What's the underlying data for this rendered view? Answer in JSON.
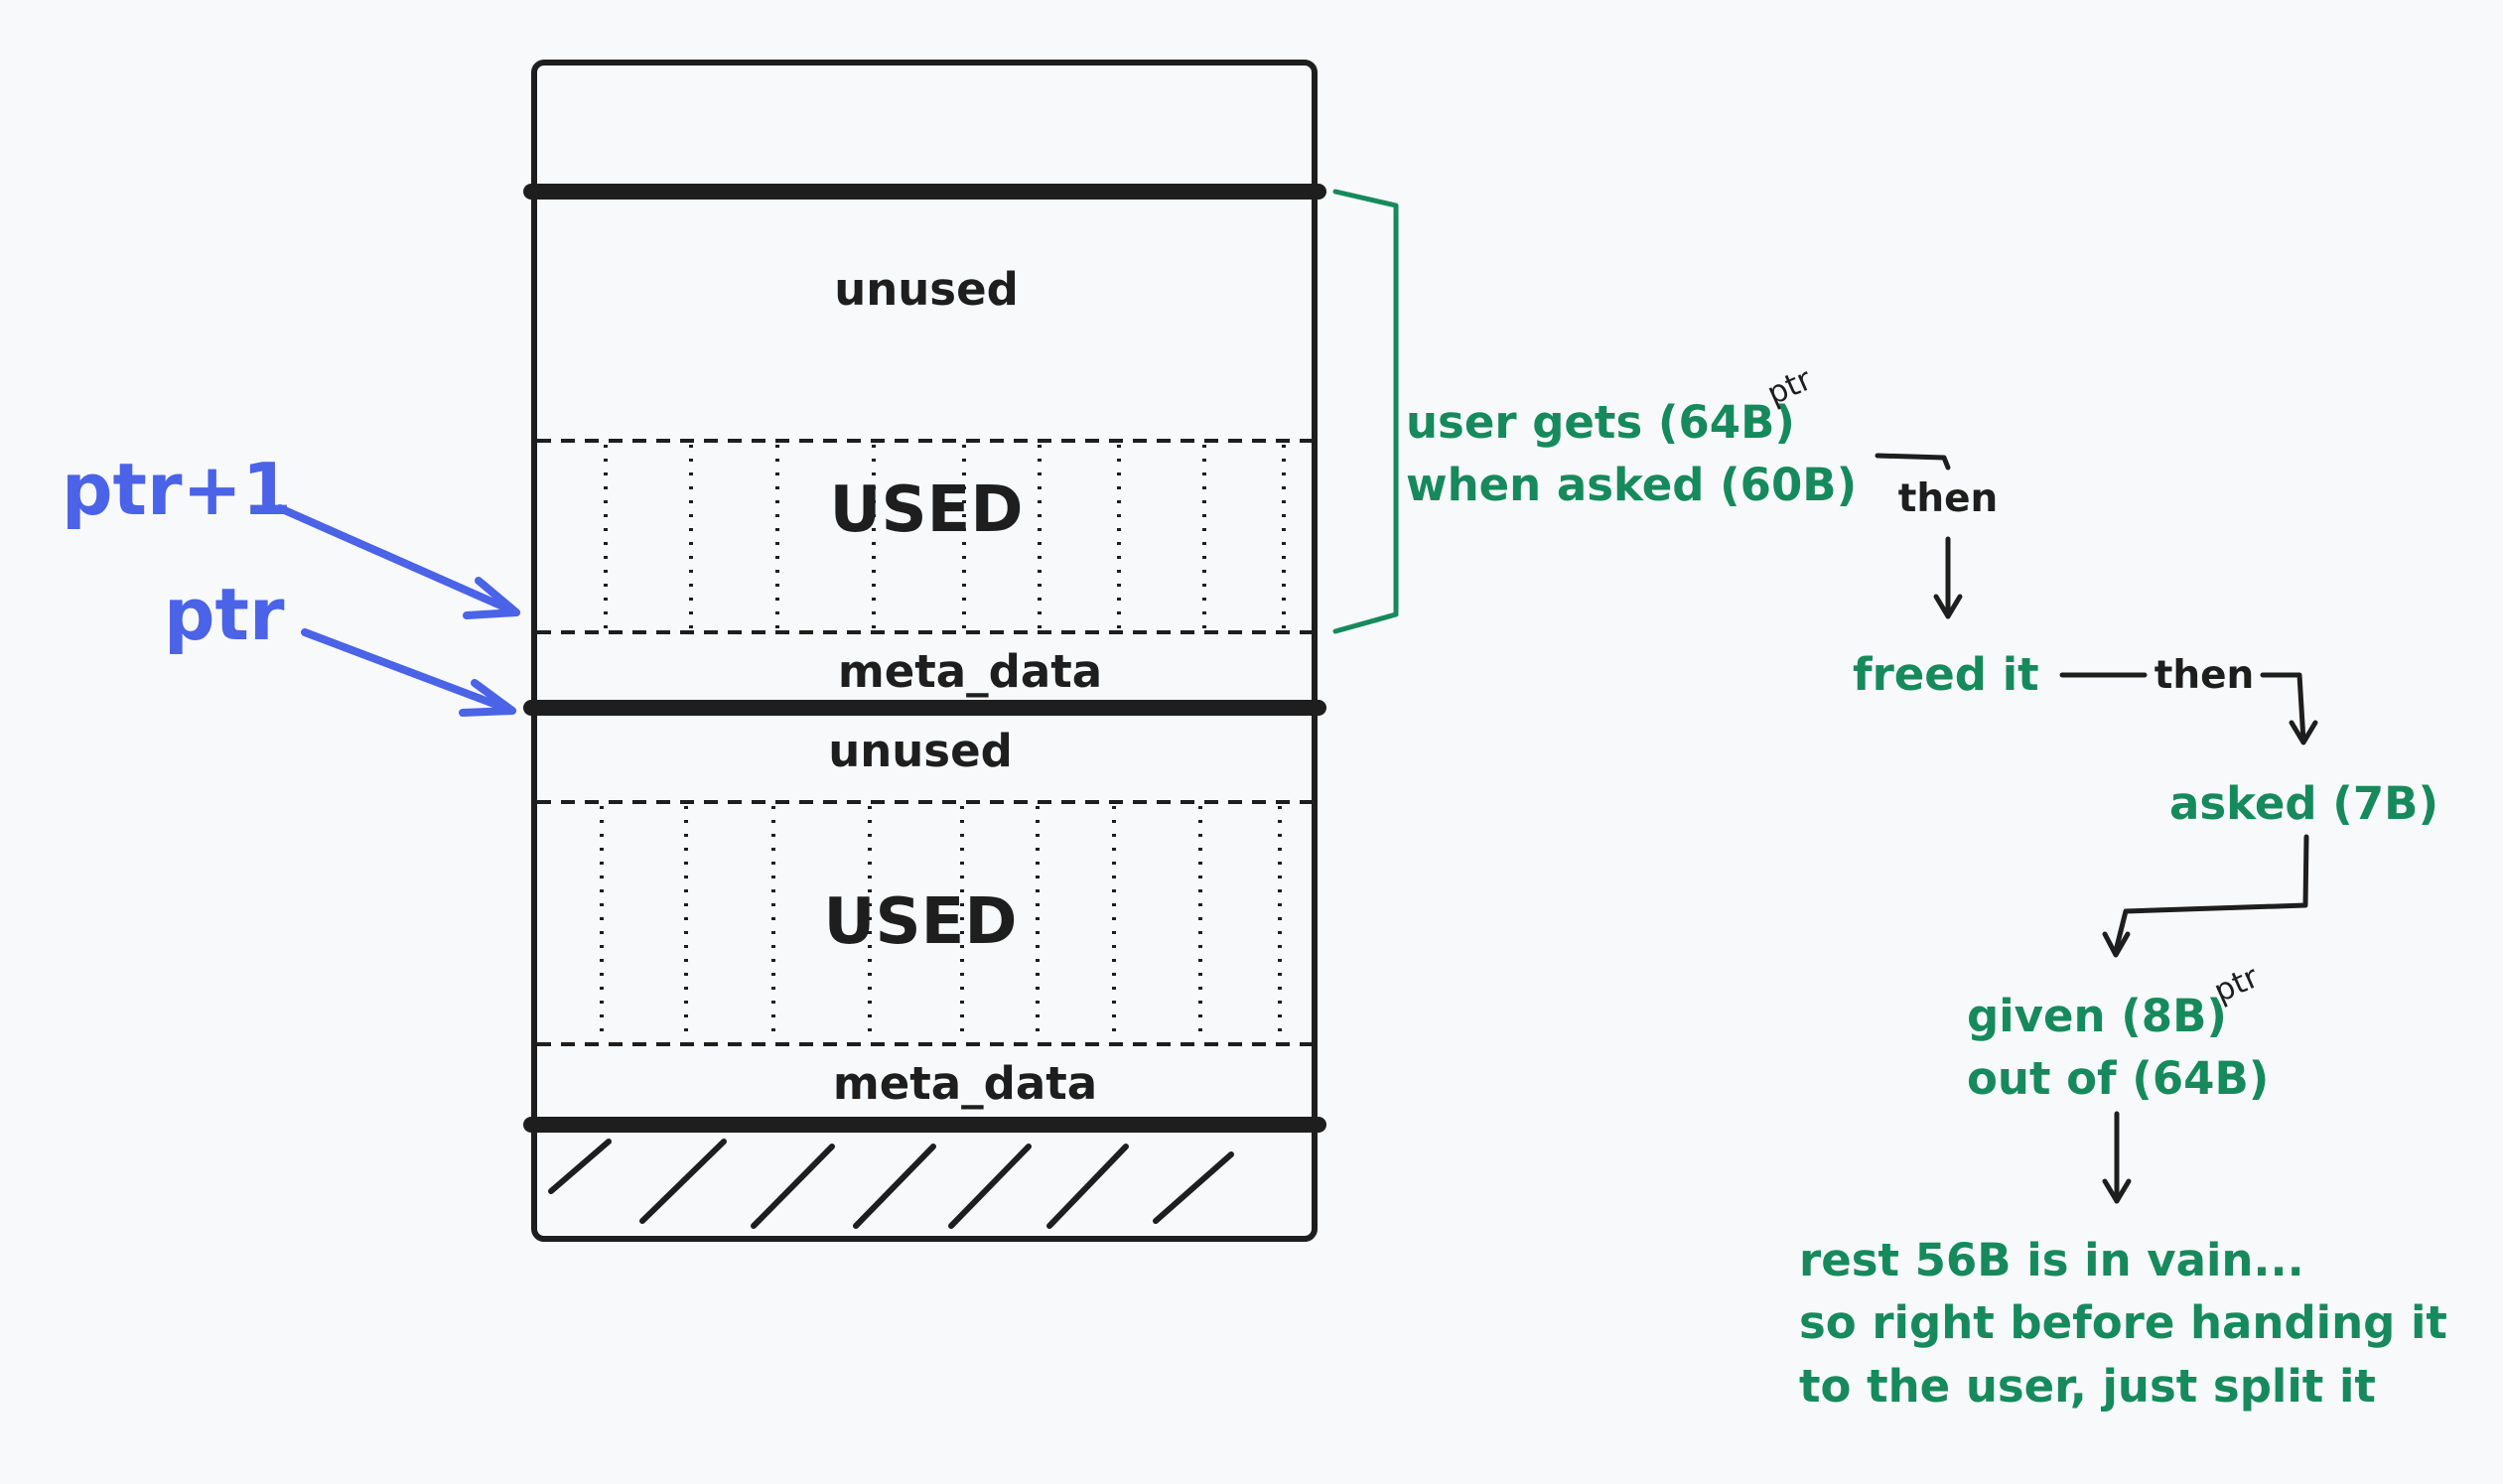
{
  "colors": {
    "ink": "#1e1e1e",
    "annotation_green": "#168a5c",
    "pointer_blue": "#4a63e7",
    "background": "#f8f9fa"
  },
  "block1": {
    "unused": "unused",
    "used": "USED",
    "meta": "meta_data"
  },
  "block2": {
    "unused": "unused",
    "used": "USED",
    "meta": "meta_data"
  },
  "pointers": {
    "ptr_plus_1": "ptr+1",
    "ptr": "ptr"
  },
  "notes": {
    "user_gets": "user gets (64B)",
    "ptr_sup_1": "ptr",
    "when_asked": "when asked (60B)",
    "then_1": "then",
    "freed_it": "freed it",
    "then_2": "then",
    "asked": "asked (7B)",
    "given": "given (8B)",
    "ptr_sup_2": "ptr",
    "out_of": "out of (64B)",
    "rest_1": "rest 56B is in vain...",
    "rest_2": "so right before handing it",
    "rest_3": "to the user, just split it"
  }
}
